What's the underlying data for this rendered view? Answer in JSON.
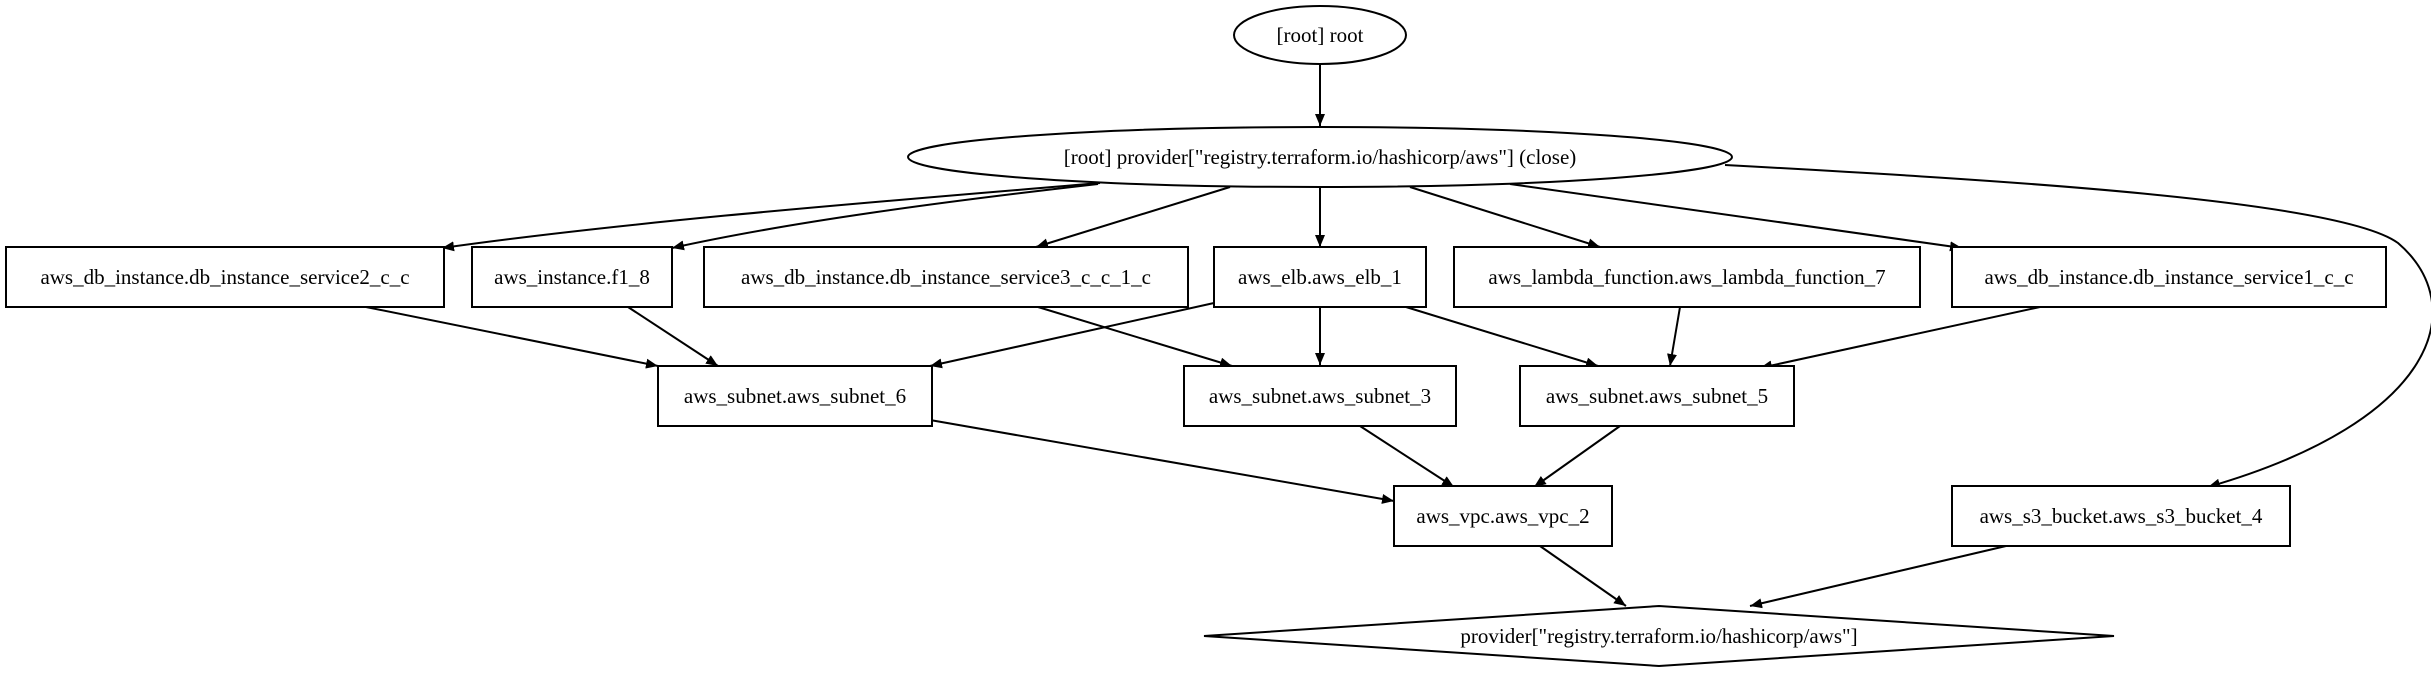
{
  "graph": {
    "nodes": [
      {
        "id": "root",
        "label": "[root] root",
        "shape": "ellipse"
      },
      {
        "id": "provider_close",
        "label": "[root] provider[\"registry.terraform.io/hashicorp/aws\"] (close)",
        "shape": "ellipse"
      },
      {
        "id": "db_service2",
        "label": "aws_db_instance.db_instance_service2_c_c",
        "shape": "box"
      },
      {
        "id": "instance_f1",
        "label": "aws_instance.f1_8",
        "shape": "box"
      },
      {
        "id": "db_service3",
        "label": "aws_db_instance.db_instance_service3_c_c_1_c",
        "shape": "box"
      },
      {
        "id": "elb",
        "label": "aws_elb.aws_elb_1",
        "shape": "box"
      },
      {
        "id": "lambda",
        "label": "aws_lambda_function.aws_lambda_function_7",
        "shape": "box"
      },
      {
        "id": "db_service1",
        "label": "aws_db_instance.db_instance_service1_c_c",
        "shape": "box"
      },
      {
        "id": "subnet6",
        "label": "aws_subnet.aws_subnet_6",
        "shape": "box"
      },
      {
        "id": "subnet3",
        "label": "aws_subnet.aws_subnet_3",
        "shape": "box"
      },
      {
        "id": "subnet5",
        "label": "aws_subnet.aws_subnet_5",
        "shape": "box"
      },
      {
        "id": "vpc2",
        "label": "aws_vpc.aws_vpc_2",
        "shape": "box"
      },
      {
        "id": "s3",
        "label": "aws_s3_bucket.aws_s3_bucket_4",
        "shape": "box"
      },
      {
        "id": "provider",
        "label": "provider[\"registry.terraform.io/hashicorp/aws\"]",
        "shape": "diamond"
      }
    ],
    "edges": [
      {
        "from": "root",
        "to": "provider_close"
      },
      {
        "from": "provider_close",
        "to": "db_service2"
      },
      {
        "from": "provider_close",
        "to": "instance_f1"
      },
      {
        "from": "provider_close",
        "to": "db_service3"
      },
      {
        "from": "provider_close",
        "to": "elb"
      },
      {
        "from": "provider_close",
        "to": "lambda"
      },
      {
        "from": "provider_close",
        "to": "db_service1"
      },
      {
        "from": "provider_close",
        "to": "s3"
      },
      {
        "from": "db_service2",
        "to": "subnet6"
      },
      {
        "from": "instance_f1",
        "to": "subnet6"
      },
      {
        "from": "db_service3",
        "to": "subnet3"
      },
      {
        "from": "elb",
        "to": "subnet6"
      },
      {
        "from": "elb",
        "to": "subnet3"
      },
      {
        "from": "elb",
        "to": "subnet5"
      },
      {
        "from": "lambda",
        "to": "subnet5"
      },
      {
        "from": "db_service1",
        "to": "subnet5"
      },
      {
        "from": "subnet6",
        "to": "vpc2"
      },
      {
        "from": "subnet3",
        "to": "vpc2"
      },
      {
        "from": "subnet5",
        "to": "vpc2"
      },
      {
        "from": "vpc2",
        "to": "provider"
      },
      {
        "from": "s3",
        "to": "provider"
      }
    ]
  }
}
